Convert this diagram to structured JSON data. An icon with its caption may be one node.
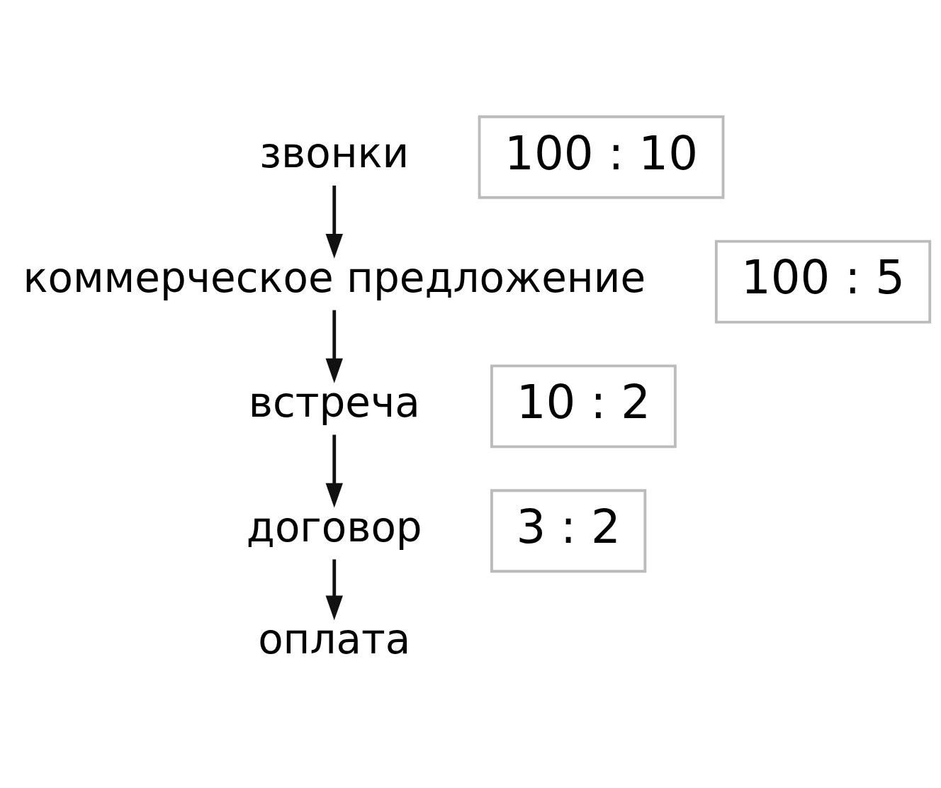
{
  "diagram": {
    "nodes": [
      {
        "text": [
          "звонки"
        ]
      },
      {
        "text": [
          "коммерческое предложение"
        ]
      },
      {
        "text": [
          "встреча"
        ]
      },
      {
        "text": [
          "договор"
        ]
      },
      {
        "text": [
          "оплата"
        ]
      },
      {
        "text": [
          "100 : 10"
        ]
      },
      {
        "text": [
          "100 : 5"
        ]
      },
      {
        "text": [
          "10 : 2"
        ]
      },
      {
        "text": [
          "3 : 2"
        ]
      }
    ],
    "edges": [
      {
        "from": 0,
        "to": 1,
        "arrow": "to"
      },
      {
        "from": 1,
        "to": 2,
        "arrow": "to"
      },
      {
        "from": 2,
        "to": 3,
        "arrow": "to"
      },
      {
        "from": 3,
        "to": 4,
        "arrow": "to"
      }
    ]
  }
}
